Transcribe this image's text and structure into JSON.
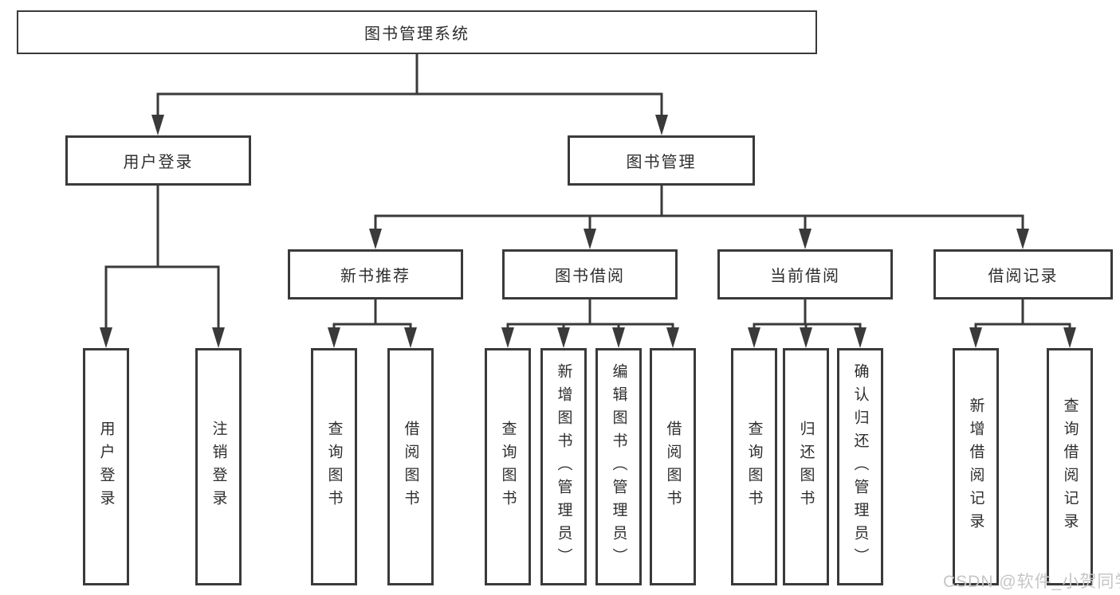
{
  "diagram": {
    "root_label": "图书管理系统",
    "branches": [
      {
        "label": "用户登录",
        "children": [
          {
            "label": "用户登录"
          },
          {
            "label": "注销登录"
          }
        ]
      },
      {
        "label": "图书管理",
        "children": [
          {
            "label": "新书推荐",
            "children": [
              {
                "label": "查询图书"
              },
              {
                "label": "借阅图书"
              }
            ]
          },
          {
            "label": "图书借阅",
            "children": [
              {
                "label": "查询图书"
              },
              {
                "label": "新增图书（管理员）"
              },
              {
                "label": "编辑图书（管理员）"
              },
              {
                "label": "借阅图书"
              }
            ]
          },
          {
            "label": "当前借阅",
            "children": [
              {
                "label": "查询图书"
              },
              {
                "label": "归还图书"
              },
              {
                "label": "确认归还（管理员）"
              }
            ]
          },
          {
            "label": "借阅记录",
            "children": [
              {
                "label": "新增借阅记录"
              },
              {
                "label": "查询借阅记录"
              }
            ]
          }
        ]
      }
    ]
  },
  "watermark": {
    "text": "CSDN @软件_小贺同学"
  },
  "colors": {
    "line": "#3a3a3a",
    "border": "#3a3a3a",
    "text": "#2e2e2e",
    "watermark": "#c6c6c6",
    "background": "#ffffff"
  }
}
